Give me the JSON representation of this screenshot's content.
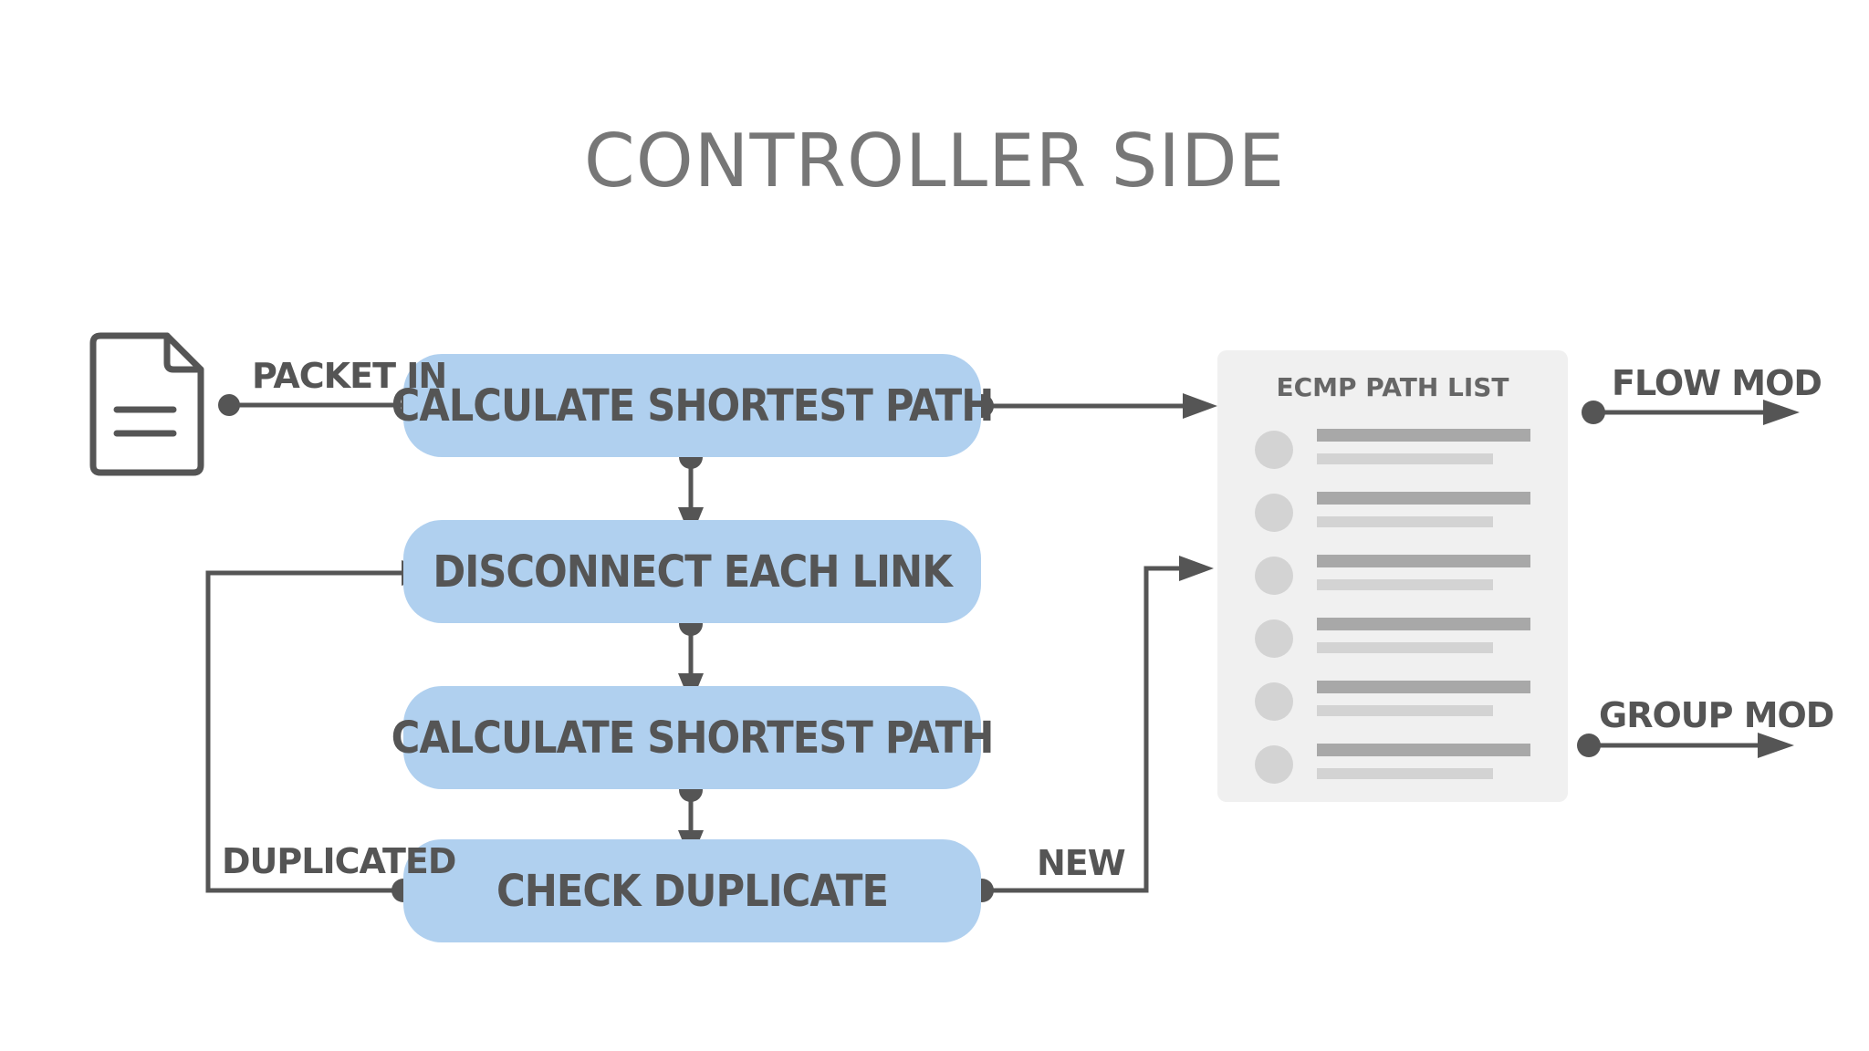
{
  "title": "CONTROLLER SIDE",
  "nodes": [
    {
      "label": "CALCULATE SHORTEST PATH"
    },
    {
      "label": "DISCONNECT EACH LINK"
    },
    {
      "label": "CALCULATE SHORTEST PATH"
    },
    {
      "label": "CHECK DUPLICATE"
    }
  ],
  "edge_labels": {
    "packet_in": "PACKET IN",
    "duplicated": "DUPLICATED",
    "new": "NEW",
    "flow_mod": "FLOW MOD",
    "group_mod": "GROUP MOD"
  },
  "ecmp": {
    "title": "ECMP PATH LIST",
    "row_count": 6
  },
  "colors": {
    "node_fill": "#b0d0ef",
    "line": "#555555",
    "panel": "#f0f0f0"
  },
  "icons": {
    "document": "document-icon"
  }
}
